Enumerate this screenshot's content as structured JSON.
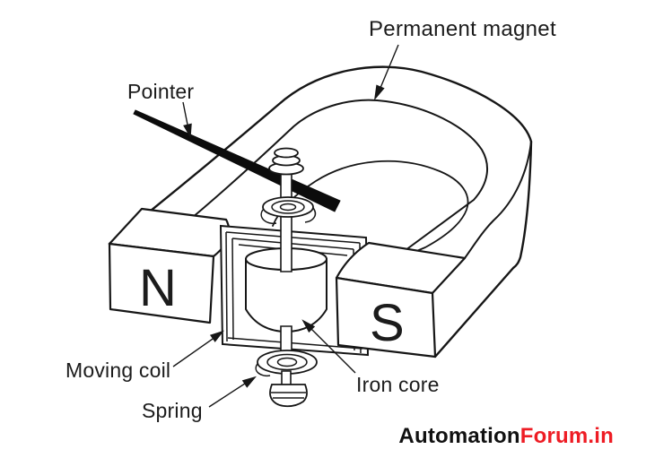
{
  "figure": {
    "kind": "line-diagram",
    "subject": "permanent-magnet moving-coil mechanism",
    "labels": {
      "permanent_magnet": "Permanent magnet",
      "pointer": "Pointer",
      "moving_coil": "Moving coil",
      "iron_core": "Iron core",
      "spring": "Spring"
    },
    "pole_markings": {
      "north": "N",
      "south": "S"
    },
    "colors": {
      "line": "#161616",
      "pointer_fill": "#0c0c0c",
      "label_text": "#1c1c1c",
      "background": "#ffffff",
      "watermark_black": "#111111",
      "watermark_red": "#ee1c24"
    }
  },
  "watermark": {
    "brand_black": "Automation",
    "brand_red": "Forum.in"
  }
}
